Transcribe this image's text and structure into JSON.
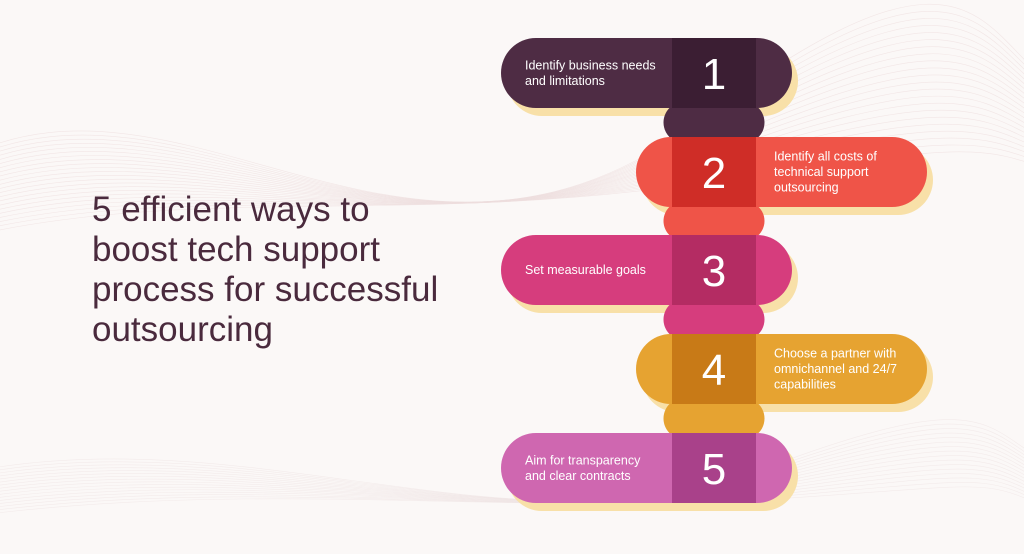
{
  "title_lines": [
    "5 efficient ways to",
    "boost tech support",
    "process for successful",
    "outsourcing"
  ],
  "colors": {
    "text": "#4a2a3d",
    "shadow": "#f8e0a8",
    "step1": "#4e2c44",
    "step1_dark": "#3b1e33",
    "step2": "#ef5448",
    "step2_dark": "#cf2d27",
    "step3": "#d63d7d",
    "step3_dark": "#b42c63",
    "step4": "#e6a331",
    "step4_dark": "#c87a17",
    "step5": "#cf67b0",
    "step5_dark": "#a9418a"
  },
  "steps": [
    {
      "number": "1",
      "lines": [
        "Identify business needs",
        "and limitations"
      ],
      "side": "left"
    },
    {
      "number": "2",
      "lines": [
        "Identify all costs of",
        "technical support",
        "outsourcing"
      ],
      "side": "right"
    },
    {
      "number": "3",
      "lines": [
        "Set measurable goals"
      ],
      "side": "left"
    },
    {
      "number": "4",
      "lines": [
        "Choose a partner with",
        "omnichannel and 24/7",
        "capabilities"
      ],
      "side": "right"
    },
    {
      "number": "5",
      "lines": [
        "Aim for transparency",
        "and clear contracts"
      ],
      "side": "left"
    }
  ]
}
